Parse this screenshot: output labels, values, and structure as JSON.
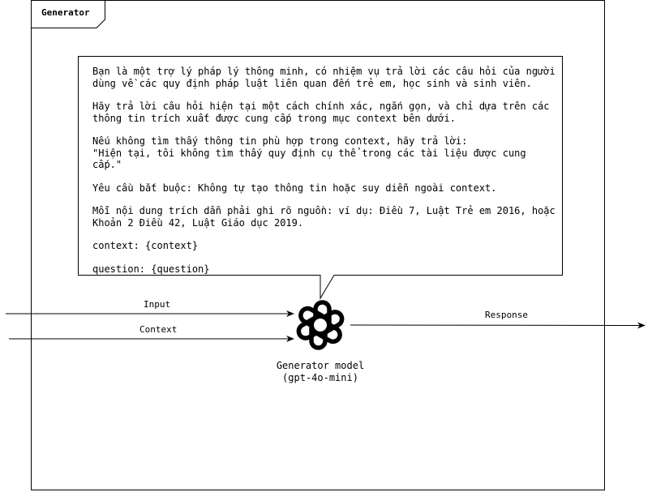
{
  "container": {
    "title": "Generator"
  },
  "prompt": {
    "lines": [
      "Bạn là một trợ lý pháp lý thông minh, có nhiệm vụ trả lời các câu hỏi của người\ndùng về các quy định pháp luật liên quan đến trẻ em, học sinh và sinh viên.",
      "Hãy trả lời câu hỏi hiện tại một cách chính xác, ngắn gọn, và chỉ dựa trên các\nthông tin trích xuất được cung cấp trong mục context bên dưới.",
      "Nếu không tìm thấy thông tin phù hợp trong context, hãy trả lời:\n\"Hiện tại, tôi không tìm thấy quy định cụ thể trong các tài liệu được cung cấp.\"",
      "Yêu cầu bắt buộc: Không tự tạo thông tin hoặc suy diễn ngoài context.",
      "Mỗi nội dung trích dẫn phải ghi rõ nguồn: ví dụ: Điều 7, Luật Trẻ em 2016, hoặc\nKhoản 2 Điều 42, Luật Giáo dục 2019.",
      "context: {context}",
      "question: {question}"
    ]
  },
  "arrows": {
    "input": "Input",
    "context": "Context",
    "response": "Response"
  },
  "model": {
    "name": "Generator model",
    "version": "(gpt-4o-mini)",
    "icon": "openai-logo-icon"
  }
}
